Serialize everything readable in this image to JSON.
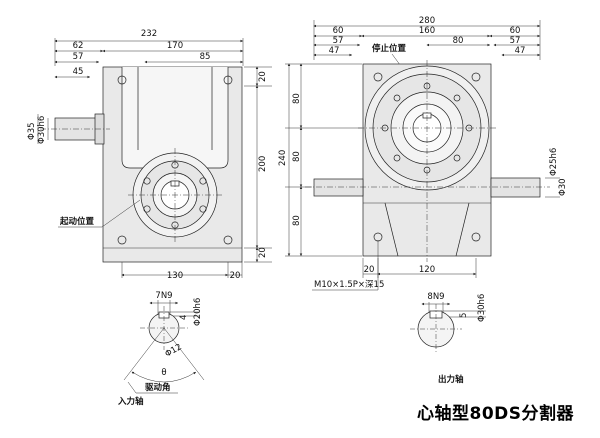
{
  "title": "心轴型80DS分割器",
  "labels": {
    "stop_position": "停止位置",
    "start_position": "起动位置",
    "drive_angle": "驱动角",
    "theta": "θ",
    "input_shaft": "入力轴",
    "output_shaft": "出力轴",
    "tapped_holes": "M10×1.5P×深15"
  },
  "left_view": {
    "dims": {
      "overall_width": "232",
      "body_width": "170",
      "offset_62": "62",
      "offset_57": "57",
      "offset_45": "45",
      "offset_85": "85",
      "top_20": "20",
      "bottom_20": "20",
      "height_200": "200",
      "bottom_130": "130",
      "shaft_d35": "Φ35",
      "shaft_d30": "Φ30h6"
    }
  },
  "right_view": {
    "dims": {
      "overall_width": "280",
      "inner_160": "160",
      "offset_60_left": "60",
      "offset_60_right": "60",
      "offset_57_left": "57",
      "offset_57_right": "57",
      "offset_47_left": "47",
      "offset_47_right": "47",
      "center_80": "80",
      "height_240": "240",
      "v80_top": "80",
      "v80_mid": "80",
      "v80_bottom": "80",
      "bottom_20": "20",
      "bottom_120": "120",
      "shaft_d25": "Φ25h6",
      "shaft_d30": "Φ30"
    }
  },
  "input_shaft_section": {
    "key": "7N9",
    "h4": "4",
    "diameter": "Φ20h6",
    "angle_d": "Φ12"
  },
  "output_shaft_section": {
    "key": "8N9",
    "h5": "5",
    "diameter": "Φ30h6"
  }
}
